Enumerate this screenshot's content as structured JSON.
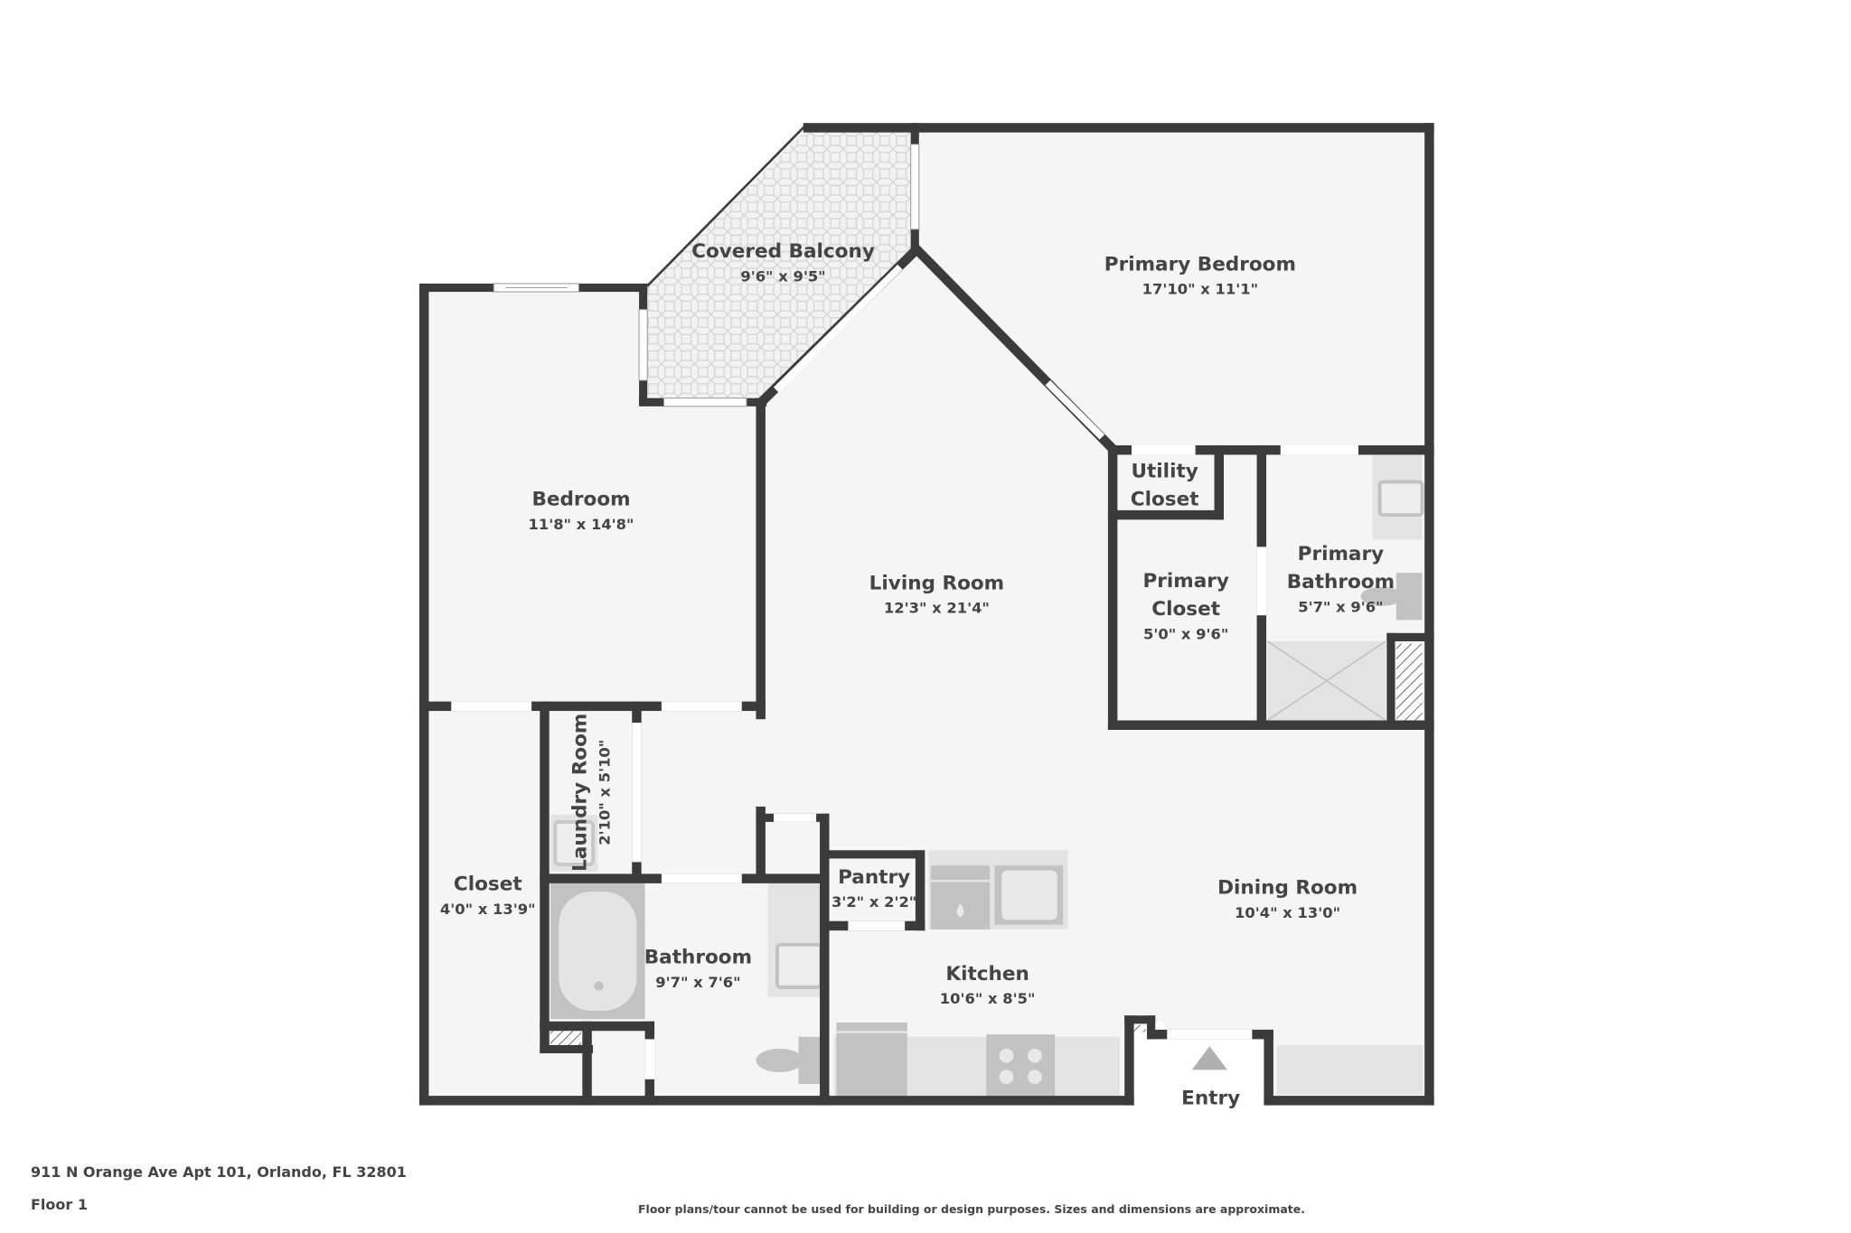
{
  "footer": {
    "address": "911 N Orange Ave Apt 101, Orlando, FL 32801",
    "floor": "Floor 1",
    "disclaimer": "Floor plans/tour cannot be used for building or design purposes. Sizes and dimensions are approximate."
  },
  "colors": {
    "wall": "#3b3b3b",
    "floor": "#f5f5f5",
    "fixture": "#c2c2c2",
    "text": "#444444",
    "background": "#ffffff"
  },
  "rooms": {
    "covered_balcony": {
      "name": "Covered Balcony",
      "dims": "9'6\" x 9'5\""
    },
    "primary_bedroom": {
      "name": "Primary Bedroom",
      "dims": "17'10\" x 11'1\""
    },
    "bedroom": {
      "name": "Bedroom",
      "dims": "11'8\" x 14'8\""
    },
    "living_room": {
      "name": "Living Room",
      "dims": "12'3\" x 21'4\""
    },
    "utility_closet": {
      "name_line1": "Utility",
      "name_line2": "Closet"
    },
    "primary_closet": {
      "name_line1": "Primary",
      "name_line2": "Closet",
      "dims": "5'0\" x 9'6\""
    },
    "primary_bathroom": {
      "name_line1": "Primary",
      "name_line2": "Bathroom",
      "dims": "5'7\" x 9'6\""
    },
    "laundry_room": {
      "name": "Laundry Room",
      "dims": "2'10\" x 5'10\""
    },
    "closet": {
      "name": "Closet",
      "dims": "4'0\" x 13'9\""
    },
    "pantry": {
      "name": "Pantry",
      "dims": "3'2\" x 2'2\""
    },
    "bathroom": {
      "name": "Bathroom",
      "dims": "9'7\" x 7'6\""
    },
    "kitchen": {
      "name": "Kitchen",
      "dims": "10'6\" x 8'5\""
    },
    "dining_room": {
      "name": "Dining Room",
      "dims": "10'4\" x 13'0\""
    },
    "entry": {
      "name": "Entry"
    }
  }
}
